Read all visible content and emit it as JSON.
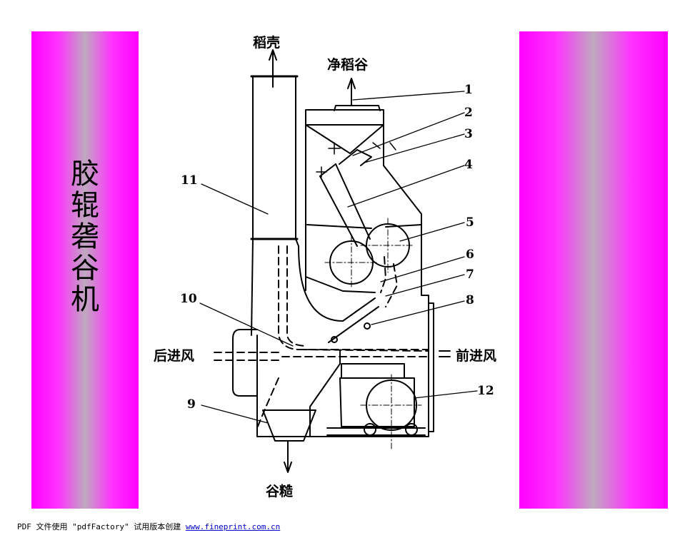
{
  "title": {
    "chars": [
      "胶",
      "辊",
      "砻",
      "谷",
      "机"
    ]
  },
  "diagram": {
    "labels": {
      "husk": "稻壳",
      "clean_paddy": "净稻谷",
      "rear_air": "后进风",
      "front_air": "前进风",
      "chaff": "谷糙"
    },
    "numbers": [
      "1",
      "2",
      "3",
      "4",
      "5",
      "6",
      "7",
      "8",
      "9",
      "10",
      "11",
      "12"
    ]
  },
  "footer": {
    "text": "PDF 文件使用 \"pdfFactory\" 试用版本创建 ",
    "link": "www.fineprint.com.cn"
  },
  "colors": {
    "panel": "#ff00ff",
    "panel_center": "#bfa9bf",
    "link": "#0000cc"
  }
}
